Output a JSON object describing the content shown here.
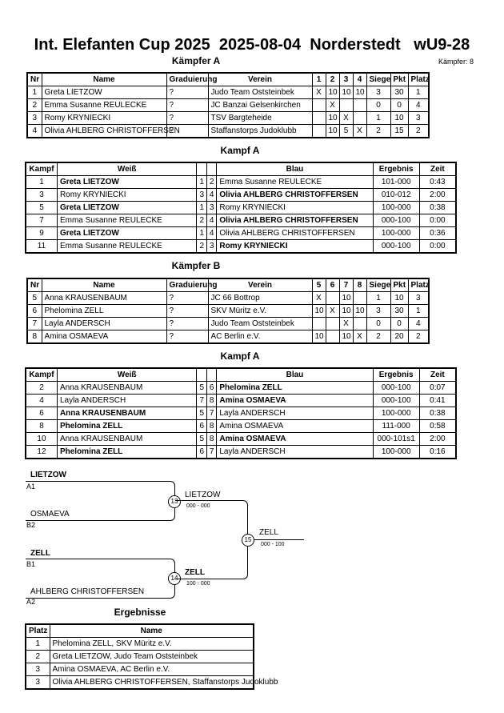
{
  "title": "Int. Elefanten Cup 2025  2025-08-04  Norderstedt   wU9-28",
  "count_label": "Kämpfer: 8",
  "pool_a": {
    "heading": "Kämpfer A",
    "headers": [
      "Nr",
      "Name",
      "Graduierung",
      "Verein",
      "1",
      "2",
      "3",
      "4",
      "Siege",
      "Pkt",
      "Platz"
    ],
    "rows": [
      [
        "1",
        "Greta LIETZOW",
        "?",
        "Judo Team Oststeinbek",
        "X",
        "10",
        "10",
        "10",
        "3",
        "30",
        "1"
      ],
      [
        "2",
        "Emma Susanne REULECKE",
        "?",
        "JC Banzai Gelsenkirchen",
        "",
        "X",
        "",
        "",
        "0",
        "0",
        "4"
      ],
      [
        "3",
        "Romy KRYNIECKI",
        "?",
        "TSV Bargteheide",
        "",
        "10",
        "X",
        "",
        "1",
        "10",
        "3"
      ],
      [
        "4",
        "Olivia AHLBERG CHRISTOFFERSEN",
        "?",
        "Staffanstorps Judoklubb",
        "",
        "10",
        "5",
        "X",
        "2",
        "15",
        "2"
      ]
    ]
  },
  "fights_a": {
    "heading": "Kampf A",
    "headers": [
      "Kampf",
      "Weiß",
      "",
      "",
      "Blau",
      "Ergebnis",
      "Zeit"
    ],
    "rows": [
      {
        "nr": "1",
        "white": "Greta LIETZOW",
        "wb": true,
        "w": "1",
        "b": "2",
        "blue": "Emma Susanne REULECKE",
        "bb": false,
        "result": "101-000",
        "time": "0:43"
      },
      {
        "nr": "3",
        "white": "Romy KRYNIECKI",
        "wb": false,
        "w": "3",
        "b": "4",
        "blue": "Olivia AHLBERG CHRISTOFFERSEN",
        "bb": true,
        "result": "010-012",
        "time": "2:00"
      },
      {
        "nr": "5",
        "white": "Greta LIETZOW",
        "wb": true,
        "w": "1",
        "b": "3",
        "blue": "Romy KRYNIECKI",
        "bb": false,
        "result": "100-000",
        "time": "0:38"
      },
      {
        "nr": "7",
        "white": "Emma Susanne REULECKE",
        "wb": false,
        "w": "2",
        "b": "4",
        "blue": "Olivia AHLBERG CHRISTOFFERSEN",
        "bb": true,
        "result": "000-100",
        "time": "0:00"
      },
      {
        "nr": "9",
        "white": "Greta LIETZOW",
        "wb": true,
        "w": "1",
        "b": "4",
        "blue": "Olivia AHLBERG CHRISTOFFERSEN",
        "bb": false,
        "result": "100-000",
        "time": "0:36"
      },
      {
        "nr": "11",
        "white": "Emma Susanne REULECKE",
        "wb": false,
        "w": "2",
        "b": "3",
        "blue": "Romy KRYNIECKI",
        "bb": true,
        "result": "000-100",
        "time": "0:00"
      }
    ]
  },
  "pool_b": {
    "heading": "Kämpfer B",
    "headers": [
      "Nr",
      "Name",
      "Graduierung",
      "Verein",
      "5",
      "6",
      "7",
      "8",
      "Siege",
      "Pkt",
      "Platz"
    ],
    "rows": [
      [
        "5",
        "Anna KRAUSENBAUM",
        "?",
        "JC 66 Bottrop",
        "X",
        "",
        "10",
        "",
        "1",
        "10",
        "3"
      ],
      [
        "6",
        "Phelomina ZELL",
        "?",
        "SKV Müritz e.V.",
        "10",
        "X",
        "10",
        "10",
        "3",
        "30",
        "1"
      ],
      [
        "7",
        "Layla ANDERSCH",
        "?",
        "Judo Team Oststeinbek",
        "",
        "",
        "X",
        "",
        "0",
        "0",
        "4"
      ],
      [
        "8",
        "Amina OSMAEVA",
        "?",
        "AC Berlin e.V.",
        "10",
        "",
        "10",
        "X",
        "2",
        "20",
        "2"
      ]
    ]
  },
  "fights_b": {
    "heading": "Kampf A",
    "headers": [
      "Kampf",
      "Weiß",
      "",
      "",
      "Blau",
      "Ergebnis",
      "Zeit"
    ],
    "rows": [
      {
        "nr": "2",
        "white": "Anna KRAUSENBAUM",
        "wb": false,
        "w": "5",
        "b": "6",
        "blue": "Phelomina ZELL",
        "bb": true,
        "result": "000-100",
        "time": "0:07"
      },
      {
        "nr": "4",
        "white": "Layla ANDERSCH",
        "wb": false,
        "w": "7",
        "b": "8",
        "blue": "Amina OSMAEVA",
        "bb": true,
        "result": "000-100",
        "time": "0:41"
      },
      {
        "nr": "6",
        "white": "Anna KRAUSENBAUM",
        "wb": true,
        "w": "5",
        "b": "7",
        "blue": "Layla ANDERSCH",
        "bb": false,
        "result": "100-000",
        "time": "0:38"
      },
      {
        "nr": "8",
        "white": "Phelomina ZELL",
        "wb": true,
        "w": "6",
        "b": "8",
        "blue": "Amina OSMAEVA",
        "bb": false,
        "result": "111-000",
        "time": "0:58"
      },
      {
        "nr": "10",
        "white": "Anna KRAUSENBAUM",
        "wb": false,
        "w": "5",
        "b": "8",
        "blue": "Amina OSMAEVA",
        "bb": true,
        "result": "000-101s1",
        "time": "2:00"
      },
      {
        "nr": "12",
        "white": "Phelomina ZELL",
        "wb": true,
        "w": "6",
        "b": "7",
        "blue": "Layla ANDERSCH",
        "bb": false,
        "result": "100-000",
        "time": "0:16"
      }
    ]
  },
  "bracket": {
    "sf1_top": "LIETZOW",
    "sf1_top_seed": "A1",
    "sf1_bottom": "OSMAEVA",
    "sf1_bottom_seed": "B2",
    "sf1_num": "13",
    "sf1_winner": "LIETZOW",
    "sf1_score": "000 - 000",
    "sf2_top": "ZELL",
    "sf2_top_seed": "B1",
    "sf2_bottom": "AHLBERG CHRISTOFFERSEN",
    "sf2_bottom_seed": "A2",
    "sf2_num": "14",
    "sf2_winner": "ZELL",
    "sf2_score": "100 - 000",
    "final_num": "15",
    "final_winner": "ZELL",
    "final_score": "000 - 100"
  },
  "results": {
    "heading": "Ergebnisse",
    "headers": [
      "Platz",
      "Name"
    ],
    "rows": [
      [
        "1",
        "Phelomina ZELL, SKV Müritz e.V."
      ],
      [
        "2",
        "Greta LIETZOW, Judo Team Oststeinbek"
      ],
      [
        "3",
        "Amina OSMAEVA, AC Berlin e.V."
      ],
      [
        "3",
        "Olivia AHLBERG CHRISTOFFERSEN, Staffanstorps Judoklubb"
      ]
    ]
  }
}
